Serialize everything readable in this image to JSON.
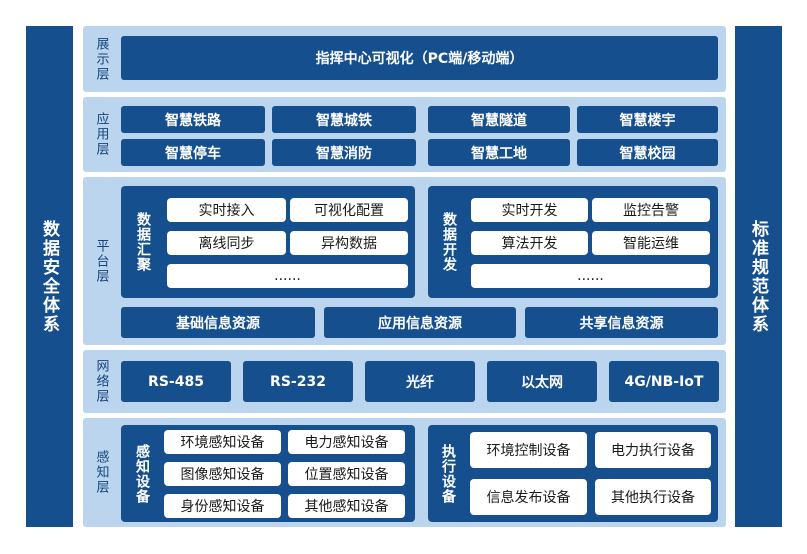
{
  "side_left": "数据安全体系",
  "side_right": "标准规范体系",
  "display_layer": {
    "label": "展示层",
    "items": [
      "指挥中心可视化（PC端/移动端）"
    ]
  },
  "application_layer": {
    "label": "应用层",
    "items": [
      "智慧铁路",
      "智慧城铁",
      "智慧隧道",
      "智慧楼宇",
      "智慧停车",
      "智慧消防",
      "智慧工地",
      "智慧校园"
    ]
  },
  "platform_layer": {
    "label": "平台层",
    "aggregation": {
      "title": "数据汇聚",
      "items": [
        "实时接入",
        "可视化配置",
        "离线同步",
        "异构数据",
        "......"
      ]
    },
    "development": {
      "title": "数据开发",
      "items": [
        "实时开发",
        "监控告警",
        "算法开发",
        "智能运维",
        "......"
      ]
    },
    "resources": [
      "基础信息资源",
      "应用信息资源",
      "共享信息资源"
    ]
  },
  "network_layer": {
    "label": "网络层",
    "items": [
      "RS-485",
      "RS-232",
      "光纤",
      "以太网",
      "4G/NB-IoT"
    ]
  },
  "perception_layer": {
    "label": "感知层",
    "sensing": {
      "title": "感知设备",
      "items": [
        "环境感知设备",
        "电力感知设备",
        "图像感知设备",
        "位置感知设备",
        "身份感知设备",
        "其他感知设备"
      ]
    },
    "execution": {
      "title": "执行设备",
      "items": [
        "环境控制设备",
        "电力执行设备",
        "信息发布设备",
        "其他执行设备"
      ]
    }
  },
  "colors": {
    "dark_blue": "#164f8d",
    "light_blue": "#bcd5ef"
  }
}
